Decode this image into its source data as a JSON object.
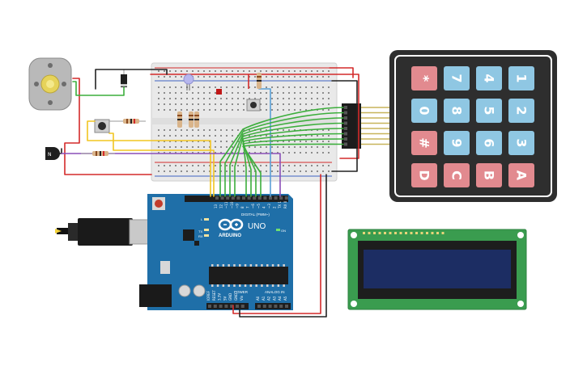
{
  "board": {
    "brand": "ARDUINO",
    "model": "UNO",
    "digital_label": "DIGITAL (PWM~)",
    "power_label": "POWER",
    "analog_label": "ANALOG IN",
    "on_label": "ON",
    "tx_label": "TX",
    "rx_label": "RX",
    "l_label": "L",
    "digital_pins": [
      "13",
      "12",
      "~11",
      "~10",
      "~9",
      "8",
      "7",
      "~6",
      "~5",
      "4",
      "~3",
      "2",
      "TX 1",
      "RX 0"
    ],
    "power_pins": [
      "IOREF",
      "RESET",
      "3.3V",
      "5V",
      "GND",
      "GND",
      "Vin"
    ],
    "analog_pins": [
      "A0",
      "A1",
      "A2",
      "A3",
      "A4",
      "A5"
    ]
  },
  "keypad": {
    "keys": [
      [
        "1",
        "2",
        "3",
        "A"
      ],
      [
        "4",
        "5",
        "6",
        "B"
      ],
      [
        "7",
        "8",
        "9",
        "C"
      ],
      [
        "*",
        "0",
        "#",
        "D"
      ]
    ],
    "colors": {
      "digit": "#8fc7e3",
      "special": "#e28a8f",
      "body": "#2e2e2e"
    }
  },
  "transistor": {
    "label": "N"
  },
  "colors": {
    "red_wire": "#d42a2a",
    "black_wire": "#222222",
    "green_wire": "#3cae3c",
    "yellow_wire": "#f2c521",
    "purple_wire": "#8a4fb8",
    "blue_wire": "#5a9fd6",
    "board": "#1f6fa8",
    "lcd_pcb": "#3a9c4f",
    "lcd_screen": "#1c2d63"
  }
}
